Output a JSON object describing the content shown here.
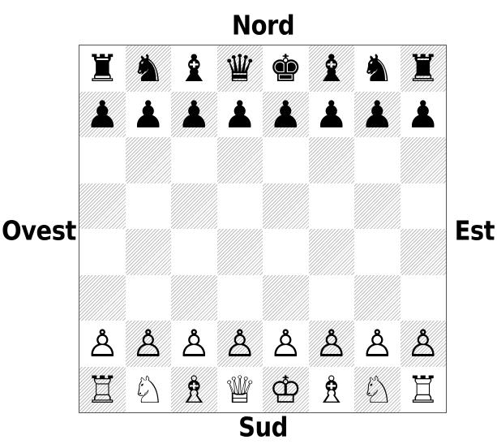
{
  "labels": {
    "north": "Nord",
    "south": "Sud",
    "west": "Ovest",
    "east": "Est"
  },
  "board": {
    "rows": [
      [
        {
          "name": "rook",
          "color": "black",
          "glyph": "♜"
        },
        {
          "name": "knight",
          "color": "black",
          "glyph": "♞"
        },
        {
          "name": "bishop",
          "color": "black",
          "glyph": "♝"
        },
        {
          "name": "queen",
          "color": "black",
          "glyph": "♛"
        },
        {
          "name": "king",
          "color": "black",
          "glyph": "♚"
        },
        {
          "name": "bishop",
          "color": "black",
          "glyph": "♝"
        },
        {
          "name": "knight",
          "color": "black",
          "glyph": "♞"
        },
        {
          "name": "rook",
          "color": "black",
          "glyph": "♜"
        }
      ],
      [
        {
          "name": "pawn",
          "color": "black",
          "glyph": "♟"
        },
        {
          "name": "pawn",
          "color": "black",
          "glyph": "♟"
        },
        {
          "name": "pawn",
          "color": "black",
          "glyph": "♟"
        },
        {
          "name": "pawn",
          "color": "black",
          "glyph": "♟"
        },
        {
          "name": "pawn",
          "color": "black",
          "glyph": "♟"
        },
        {
          "name": "pawn",
          "color": "black",
          "glyph": "♟"
        },
        {
          "name": "pawn",
          "color": "black",
          "glyph": "♟"
        },
        {
          "name": "pawn",
          "color": "black",
          "glyph": "♟"
        }
      ],
      [
        null,
        null,
        null,
        null,
        null,
        null,
        null,
        null
      ],
      [
        null,
        null,
        null,
        null,
        null,
        null,
        null,
        null
      ],
      [
        null,
        null,
        null,
        null,
        null,
        null,
        null,
        null
      ],
      [
        null,
        null,
        null,
        null,
        null,
        null,
        null,
        null
      ],
      [
        {
          "name": "pawn",
          "color": "white",
          "glyph": "♙"
        },
        {
          "name": "pawn",
          "color": "white",
          "glyph": "♙"
        },
        {
          "name": "pawn",
          "color": "white",
          "glyph": "♙"
        },
        {
          "name": "pawn",
          "color": "white",
          "glyph": "♙"
        },
        {
          "name": "pawn",
          "color": "white",
          "glyph": "♙"
        },
        {
          "name": "pawn",
          "color": "white",
          "glyph": "♙"
        },
        {
          "name": "pawn",
          "color": "white",
          "glyph": "♙"
        },
        {
          "name": "pawn",
          "color": "white",
          "glyph": "♙"
        }
      ],
      [
        {
          "name": "rook",
          "color": "white",
          "glyph": "♖"
        },
        {
          "name": "knight",
          "color": "white",
          "glyph": "♘"
        },
        {
          "name": "bishop",
          "color": "white",
          "glyph": "♗"
        },
        {
          "name": "queen",
          "color": "white",
          "glyph": "♕"
        },
        {
          "name": "king",
          "color": "white",
          "glyph": "♔"
        },
        {
          "name": "bishop",
          "color": "white",
          "glyph": "♗"
        },
        {
          "name": "knight",
          "color": "white",
          "glyph": "♘"
        },
        {
          "name": "rook",
          "color": "white",
          "glyph": "♖"
        }
      ]
    ]
  },
  "colors": {
    "dark_square_hatch": "#bdbdbd",
    "light_square": "#ffffff",
    "board_border": "#555555",
    "text": "#000000"
  }
}
